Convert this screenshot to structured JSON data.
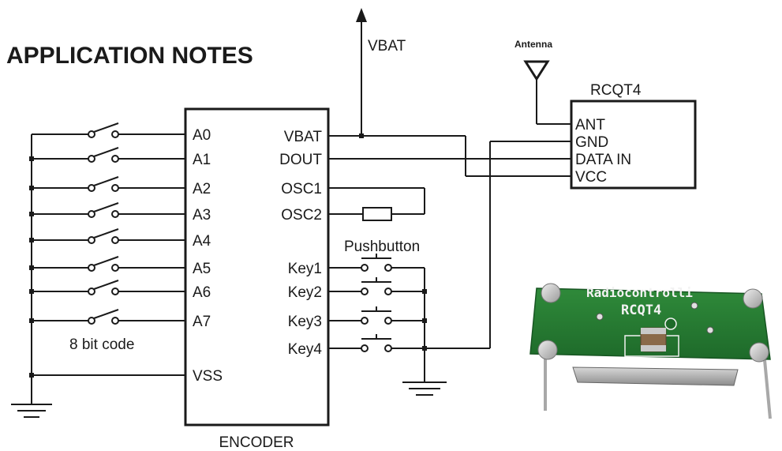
{
  "title": "APPLICATION NOTES",
  "vbat_label": "VBAT",
  "antenna_label": "Antenna",
  "module_name": "RCQT4",
  "module_pins": [
    "ANT",
    "GND",
    "DATA IN",
    "VCC"
  ],
  "encoder": {
    "name": "ENCODER",
    "left_pins": [
      "A0",
      "A1",
      "A2",
      "A3",
      "A4",
      "A5",
      "A6",
      "A7"
    ],
    "vss_label": "VSS",
    "right_pins": [
      "VBAT",
      "DOUT",
      "OSC1",
      "OSC2",
      "Key1",
      "Key2",
      "Key3",
      "Key4"
    ]
  },
  "code_label": "8 bit code",
  "pushbutton_label": "Pushbutton",
  "photo": {
    "brand": "Radiocontrolli",
    "model": "RCQT4"
  }
}
